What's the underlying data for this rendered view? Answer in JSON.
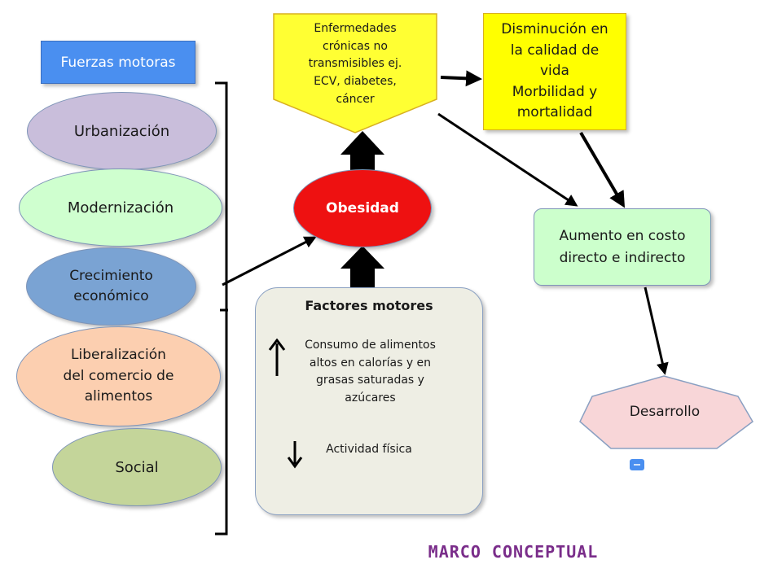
{
  "drivers": {
    "title": "Fuerzas motoras",
    "items": [
      {
        "label": "Urbanización",
        "color": "#c9bedb"
      },
      {
        "label": "Modernización",
        "color": "#cfffcf"
      },
      {
        "label": "Crecimiento\neconómico",
        "color": "#7aa3d3"
      },
      {
        "label": "Liberalización\ndel comercio de\nalimentos",
        "color": "#fccfb0"
      },
      {
        "label": "Social",
        "color": "#c4d59a"
      }
    ]
  },
  "disease": {
    "label": "Enfermedades\ncrónicas no\ntransmisibles ej.\nECV, diabetes,\ncáncer",
    "color": "#ffff33"
  },
  "obesity": {
    "label": "Obesidad",
    "color": "#ee1111"
  },
  "quality": {
    "label": "Disminución en\nla calidad de\nvida\nMorbilidad y\nmortalidad",
    "color": "#ffff00"
  },
  "cost": {
    "label": "Aumento en costo\ndirecto e indirecto",
    "color": "#ccffcc"
  },
  "development": {
    "label": "Desarrollo",
    "color": "#f8d6d8"
  },
  "factors": {
    "title": "Factores motores",
    "items": [
      {
        "label": "Consumo de alimentos\naltos en calorías y en\ngrasas saturadas y\nazúcares",
        "trend": "up"
      },
      {
        "label": "Actividad física",
        "trend": "down"
      }
    ]
  },
  "footer": {
    "title": "MARCO CONCEPTUAL"
  }
}
